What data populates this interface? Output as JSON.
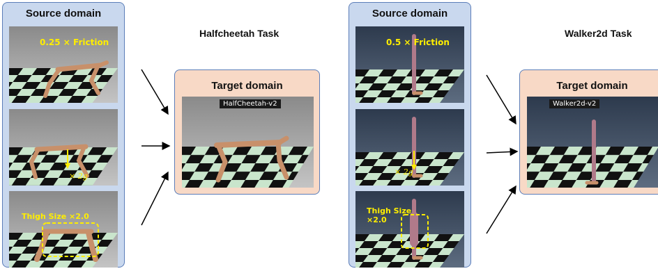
{
  "left": {
    "source_title": "Source domain",
    "task_title": "Halfcheetah Task",
    "target_title": "Target domain",
    "env_badge": "HalfCheetah-v2",
    "friction_label": "0.25 × Friction",
    "gravity_label": "× 2g",
    "thigh_label": "Thigh Size ×2.0"
  },
  "right": {
    "source_title": "Source domain",
    "task_title": "Walker2d Task",
    "target_title": "Target domain",
    "env_badge": "Walker2d-v2",
    "friction_label": "0.5 × Friction",
    "gravity_label": "× 2g",
    "thigh_label_line1": "Thigh Size",
    "thigh_label_line2": "×2.0"
  },
  "colors": {
    "source_bg": "#c9d8ee",
    "target_bg": "#f8d9c6",
    "border": "#5b7db8",
    "highlight": "#ffee00",
    "robot": "#c8906a"
  }
}
